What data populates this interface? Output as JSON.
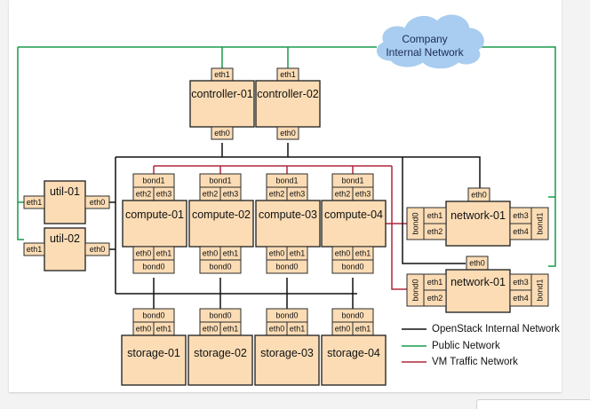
{
  "cloud": {
    "line1": "Company",
    "line2": "Internal Network"
  },
  "controllers": [
    {
      "name": "controller-01",
      "top_port": "eth1",
      "bottom_port": "eth0"
    },
    {
      "name": "controller-02",
      "top_port": "eth1",
      "bottom_port": "eth0"
    }
  ],
  "computes": [
    {
      "name": "compute-01",
      "bond_top": "bond1",
      "ports_top": [
        "eth2",
        "eth3"
      ],
      "ports_bottom": [
        "eth0",
        "eth1"
      ],
      "bond_bottom": "bond0"
    },
    {
      "name": "compute-02",
      "bond_top": "bond1",
      "ports_top": [
        "eth2",
        "eth3"
      ],
      "ports_bottom": [
        "eth0",
        "eth1"
      ],
      "bond_bottom": "bond0"
    },
    {
      "name": "compute-03",
      "bond_top": "bond1",
      "ports_top": [
        "eth2",
        "eth3"
      ],
      "ports_bottom": [
        "eth0",
        "eth1"
      ],
      "bond_bottom": "bond0"
    },
    {
      "name": "compute-04",
      "bond_top": "bond1",
      "ports_top": [
        "eth2",
        "eth3"
      ],
      "ports_bottom": [
        "eth0",
        "eth1"
      ],
      "bond_bottom": "bond0"
    }
  ],
  "utils": [
    {
      "name": "util-01",
      "left_port": "eth1",
      "right_port": "eth0"
    },
    {
      "name": "util-02",
      "left_port": "eth1",
      "right_port": "eth0"
    }
  ],
  "network_nodes": [
    {
      "name": "network-01",
      "top_port": "eth0",
      "left_bond": "bond0",
      "left_ports": [
        "eth1",
        "eth2"
      ],
      "right_ports": [
        "eth3",
        "eth4"
      ],
      "right_bond": "bond1"
    },
    {
      "name": "network-01",
      "top_port": "eth0",
      "left_bond": "bond0",
      "left_ports": [
        "eth1",
        "eth2"
      ],
      "right_ports": [
        "eth3",
        "eth4"
      ],
      "right_bond": "bond1"
    }
  ],
  "storages": [
    {
      "name": "storage-01",
      "bond": "bond0",
      "ports": [
        "eth0",
        "eth1"
      ]
    },
    {
      "name": "storage-02",
      "bond": "bond0",
      "ports": [
        "eth0",
        "eth1"
      ]
    },
    {
      "name": "storage-03",
      "bond": "bond0",
      "ports": [
        "eth0",
        "eth1"
      ]
    },
    {
      "name": "storage-04",
      "bond": "bond0",
      "ports": [
        "eth0",
        "eth1"
      ]
    }
  ],
  "legend": [
    {
      "label": "OpenStack Internal Network",
      "color": "#111111"
    },
    {
      "label": "Public Network",
      "color": "#1a9a4a"
    },
    {
      "label": "VM Traffic Network",
      "color": "#b0273a"
    }
  ]
}
